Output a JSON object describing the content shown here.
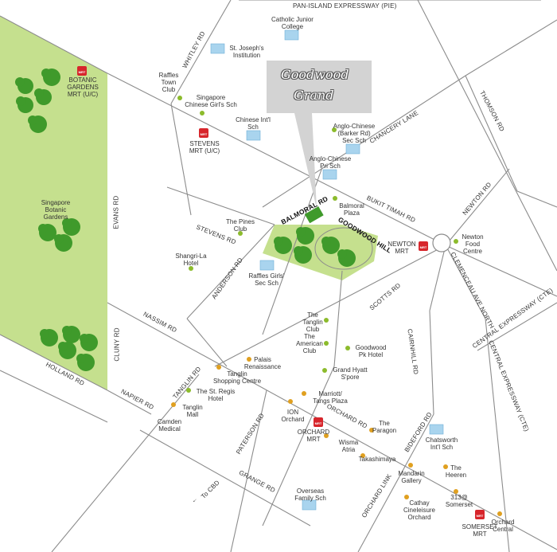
{
  "callout": {
    "line1": "Goodwood",
    "line2": "Grand"
  },
  "roads": {
    "pie": "PAN-ISLAND EXPRESSWAY (PIE)",
    "whitley": "WHITLEY RD",
    "thomson": "THOMSON RD",
    "chancery": "CHANCERY LANE",
    "bukit_timah": "BUKIT TIMAH RD",
    "newton_rd": "NEWTON RD",
    "balmoral": "BALMORAL RD",
    "goodwood_hill": "GOODWOOD HILL",
    "stevens": "STEVENS RD",
    "anderson": "ANDERSON RD",
    "evans": "EVANS RD",
    "cluny": "CLUNY RD",
    "nassim": "NASSIM RD",
    "holland": "HOLLAND RD",
    "napier": "NAPIER RD",
    "tanglin": "TANGLIN RD",
    "scotts": "SCOTTS RD",
    "clemenceau": "CLEMENCEAU AVE NORTH",
    "cairnhill": "CAIRNHILL RD",
    "cte": "CENTRAL EXPRESSWAY (CTE)",
    "orchard": "ORCHARD RD",
    "paterson": "PATERSON RD",
    "grange": "GRANGE RD",
    "orchard_link": "ORCHARD LINK",
    "bideford": "BIDEFORD RD",
    "to_cbd": "To CBD"
  },
  "places": {
    "catholic_jc": "Catholic Junior\nCollege",
    "st_josephs": "St. Joseph's\nInstitution",
    "raffles_town_club": "Raffles\nTown\nClub",
    "spore_chinese_girls": "Singapore\nChinese Girl's Sch",
    "chinese_intl": "Chinese Int'l\nSch",
    "stevens_mrt": "STEVENS\nMRT (U/C)",
    "botanic_mrt": "BOTANIC\nGARDENS\nMRT (U/C)",
    "botanic_gardens": "Singapore\nBotanic\nGardens",
    "acs_barker": "Anglo-Chinese\n(Barker Rd)\nSec Sch",
    "acs_pri": "Anglo-Chinese\nPri Sch",
    "balmoral_plaza": "Balmoral\nPlaza",
    "pines_club": "The Pines\nClub",
    "shangri_la": "Shangri-La\nHotel",
    "raffles_girls": "Raffles Girls'\nSec Sch",
    "newton_mrt": "NEWTON\nMRT",
    "newton_food": "Newton\nFood\nCentre",
    "tanglin_club": "The\nTanglin\nClub",
    "american_club": "The\nAmerican\nClub",
    "goodwood_pk": "Goodwood\nPk Hotel",
    "grand_hyatt": "Grand Hyatt\nS'pore",
    "palais": "Palais\nRenaissance",
    "tanglin_sc": "Tanglin\nShopping Centre",
    "st_regis": "The St. Regis\nHotel",
    "tanglin_mall": "Tanglin\nMall",
    "camden": "Camden\nMedical",
    "marriott": "Marriott/\nTangs Plaza",
    "ion": "ION\nOrchard",
    "orchard_mrt": "ORCHARD\nMRT",
    "wisma": "Wisma\nAtria",
    "paragon": "The\nParagon",
    "takashimaya": "Takashimaya",
    "chatsworth": "Chatsworth\nInt'l Sch",
    "mandarin": "Mandarin\nGallery",
    "heeren": "The\nHeeren",
    "somerset313": "313@\nSomerset",
    "cathay": "Cathay\nCineleisure\nOrchard",
    "somerset_mrt": "SOMERSET\nMRT",
    "orchard_central": "Orchard\nCentral",
    "overseas_family": "Overseas\nFamily Sch"
  },
  "mrt_badge": "MRT",
  "colors": {
    "park": "#c5e08e",
    "road": "#8c8c8c",
    "school_icon": "#a9d4ee",
    "mrt_red": "#d7252b",
    "green_dot": "#8cbb2c",
    "orange_dot": "#e0a020",
    "tree": "#3f9a2b",
    "callout": "#d3d3d3"
  }
}
